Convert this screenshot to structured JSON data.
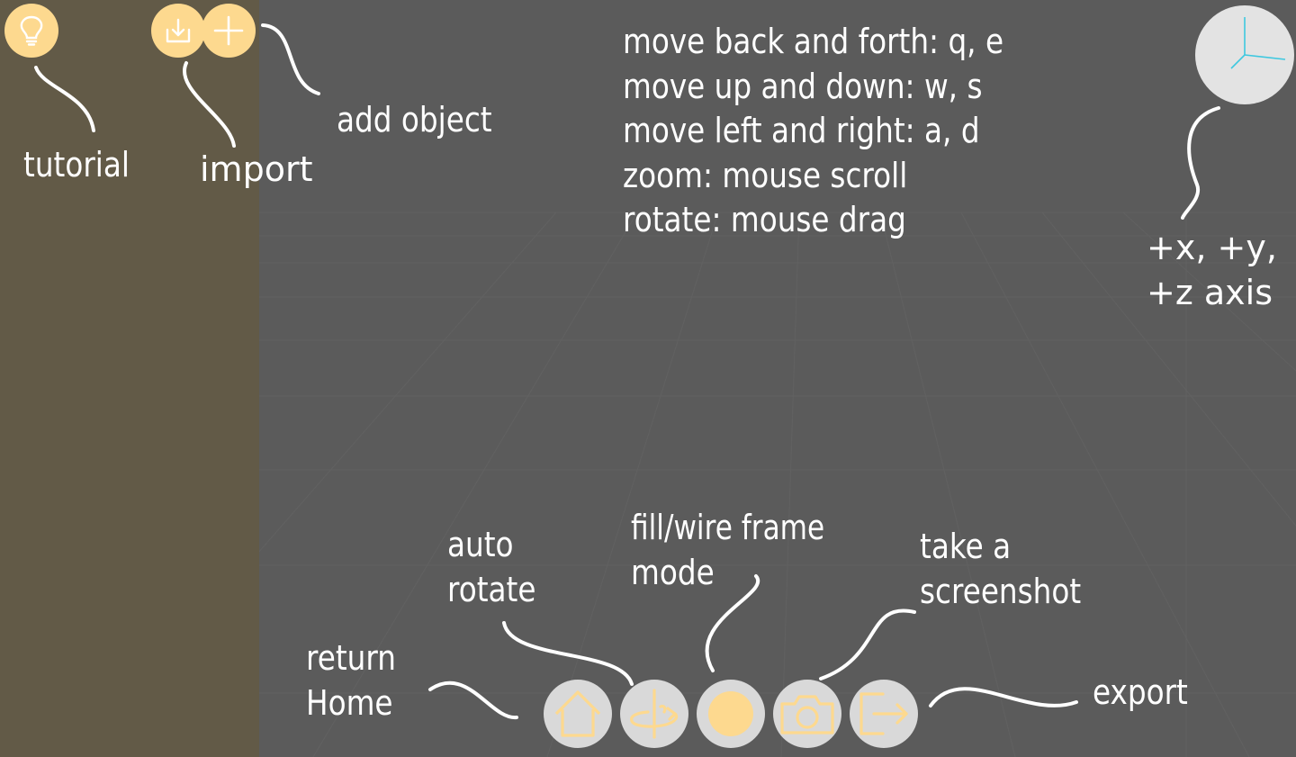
{
  "colors": {
    "sidebar": "#625a47",
    "viewport": "#5b5b5b",
    "accent": "#fdd98f",
    "button_gray": "#d9d9d9",
    "axis_line": "#3ec8e0",
    "annotation": "#ffffff"
  },
  "toolbar_top": {
    "tutorial": {
      "icon": "lightbulb-icon",
      "label": "tutorial"
    },
    "import": {
      "icon": "download-icon",
      "label": "import"
    },
    "add_object": {
      "icon": "plus-icon",
      "label": "add object"
    }
  },
  "controls_help": [
    "move back and forth: q, e",
    "move up and down: w, s",
    "move left and right: a, d",
    "zoom: mouse scroll",
    "rotate: mouse drag"
  ],
  "axis": {
    "icon": "axis-gizmo-icon",
    "label_line1": "+x, +y,",
    "label_line2": "+z axis"
  },
  "toolbar_bottom": {
    "home": {
      "icon": "home-icon",
      "label_line1": "return",
      "label_line2": "Home"
    },
    "auto_rotate": {
      "icon": "auto-rotate-icon",
      "label_line1": "auto",
      "label_line2": "rotate"
    },
    "fill_wire": {
      "icon": "fill-circle-icon",
      "label_line1": "fill/wire frame",
      "label_line2": "mode"
    },
    "screenshot": {
      "icon": "camera-icon",
      "label_line1": "take a",
      "label_line2": "screenshot"
    },
    "export": {
      "icon": "export-icon",
      "label": "export"
    }
  }
}
